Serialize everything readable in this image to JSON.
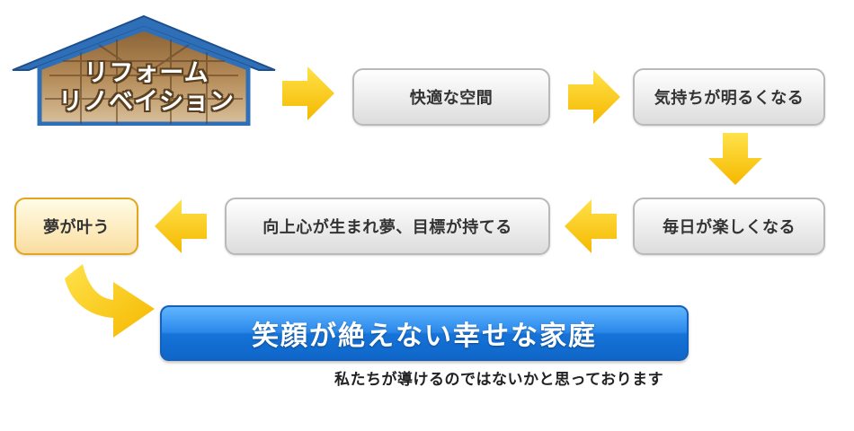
{
  "logo": {
    "line1": "リフォーム",
    "line2": "リノベイション"
  },
  "steps": [
    {
      "id": "comfortable-space",
      "label": "快適な空間"
    },
    {
      "id": "feel-bright",
      "label": "気持ちが明るくなる"
    },
    {
      "id": "daily-fun",
      "label": "毎日が楽しくなる"
    },
    {
      "id": "ambition",
      "label": "向上心が生まれ夢、目標が持てる"
    },
    {
      "id": "dream-comes-true",
      "label": "夢が叶う"
    }
  ],
  "result": {
    "banner": "笑顔が絶えない幸せな家庭",
    "caption": "私たちが導けるのではないかと思っております"
  },
  "colors": {
    "arrow": "#ffc400",
    "banner": "#1f7fe6",
    "dream_border": "#e2a61d",
    "roof": "#2f6fb8"
  },
  "icons": [
    "house-logo-icon",
    "arrow-right-icon",
    "arrow-down-icon",
    "arrow-left-icon",
    "curved-arrow-icon"
  ]
}
